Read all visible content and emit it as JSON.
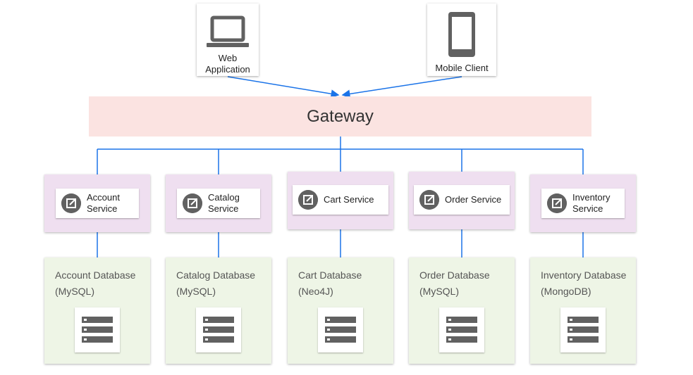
{
  "clients": [
    {
      "id": "web",
      "label": "Web\nApplication",
      "icon": "laptop-icon"
    },
    {
      "id": "mobile",
      "label": "Mobile Client",
      "icon": "phone-icon"
    }
  ],
  "gateway": {
    "label": "Gateway"
  },
  "services": [
    {
      "label": "Account\nService",
      "icon": "open-external-icon"
    },
    {
      "label": "Catalog\nService",
      "icon": "open-external-icon"
    },
    {
      "label": "Cart Service",
      "icon": "open-external-icon"
    },
    {
      "label": "Order Service",
      "icon": "open-external-icon"
    },
    {
      "label": "Inventory\nService",
      "icon": "open-external-icon"
    }
  ],
  "databases": [
    {
      "label": "Account Database\n(MySQL)",
      "icon": "database-icon"
    },
    {
      "label": "Catalog Database\n(MySQL)",
      "icon": "database-icon"
    },
    {
      "label": "Cart Database\n(Neo4J)",
      "icon": "database-icon"
    },
    {
      "label": "Order Database\n(MySQL)",
      "icon": "database-icon"
    },
    {
      "label": "Inventory Database\n(MongoDB)",
      "icon": "database-icon"
    }
  ],
  "colors": {
    "connector": "#1a73e8",
    "gateway_fill": "#fbe3e1",
    "service_fill": "#efdff0",
    "database_fill": "#eef5e6",
    "icon_gray": "#616161"
  }
}
